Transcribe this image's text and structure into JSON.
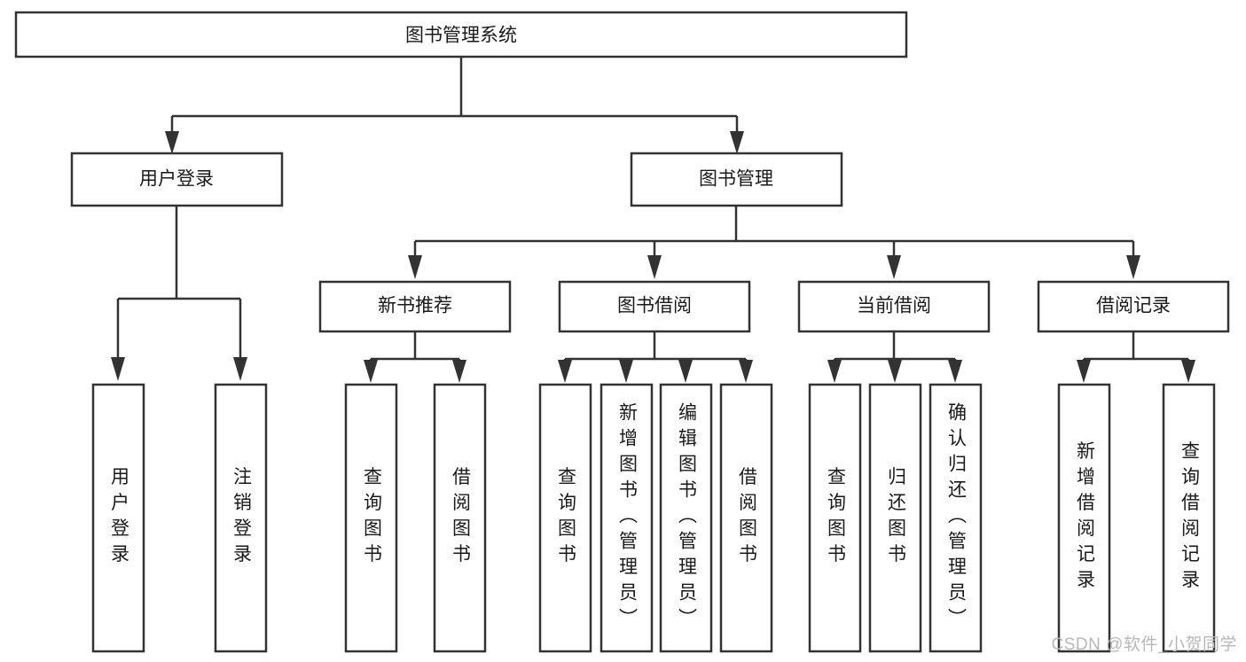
{
  "diagram": {
    "type": "tree-hierarchy",
    "title": "图书管理系统",
    "watermark": "CSDN @软件_小贺同学",
    "root": {
      "id": "root",
      "label": "图书管理系统",
      "orientation": "horizontal"
    },
    "level1": [
      {
        "id": "user-login",
        "label": "用户登录",
        "orientation": "horizontal"
      },
      {
        "id": "book-management",
        "label": "图书管理",
        "orientation": "horizontal"
      }
    ],
    "level2": [
      {
        "id": "new-book-recommend",
        "label": "新书推荐",
        "parent": "book-management",
        "orientation": "horizontal"
      },
      {
        "id": "book-borrow",
        "label": "图书借阅",
        "parent": "book-management",
        "orientation": "horizontal"
      },
      {
        "id": "current-borrow",
        "label": "当前借阅",
        "parent": "book-management",
        "orientation": "horizontal"
      },
      {
        "id": "borrow-record",
        "label": "借阅记录",
        "parent": "book-management",
        "orientation": "horizontal"
      }
    ],
    "leaves": [
      {
        "id": "leaf-user-login",
        "label": "用户登录",
        "parent": "user-login",
        "orientation": "vertical"
      },
      {
        "id": "leaf-user-logout",
        "label": "注销登录",
        "parent": "user-login",
        "orientation": "vertical"
      },
      {
        "id": "leaf-query-book-1",
        "label": "查询图书",
        "parent": "new-book-recommend",
        "orientation": "vertical"
      },
      {
        "id": "leaf-borrow-book-1",
        "label": "借阅图书",
        "parent": "new-book-recommend",
        "orientation": "vertical"
      },
      {
        "id": "leaf-query-book-2",
        "label": "查询图书",
        "parent": "book-borrow",
        "orientation": "vertical"
      },
      {
        "id": "leaf-add-book",
        "label": "新增图书（管理员）",
        "parent": "book-borrow",
        "orientation": "vertical"
      },
      {
        "id": "leaf-edit-book",
        "label": "编辑图书（管理员）",
        "parent": "book-borrow",
        "orientation": "vertical"
      },
      {
        "id": "leaf-borrow-book-2",
        "label": "借阅图书",
        "parent": "book-borrow",
        "orientation": "vertical"
      },
      {
        "id": "leaf-query-book-3",
        "label": "查询图书",
        "parent": "current-borrow",
        "orientation": "vertical"
      },
      {
        "id": "leaf-return-book",
        "label": "归还图书",
        "parent": "current-borrow",
        "orientation": "vertical"
      },
      {
        "id": "leaf-confirm-return",
        "label": "确认归还（管理员）",
        "parent": "current-borrow",
        "orientation": "vertical"
      },
      {
        "id": "leaf-add-record",
        "label": "新增借阅记录",
        "parent": "borrow-record",
        "orientation": "vertical"
      },
      {
        "id": "leaf-query-record",
        "label": "查询借阅记录",
        "parent": "borrow-record",
        "orientation": "vertical"
      }
    ],
    "colors": {
      "stroke": "#333333",
      "fill": "#ffffff",
      "text": "#1a1a1a",
      "watermark": "#b8b8b8",
      "background": "#ffffff"
    }
  }
}
